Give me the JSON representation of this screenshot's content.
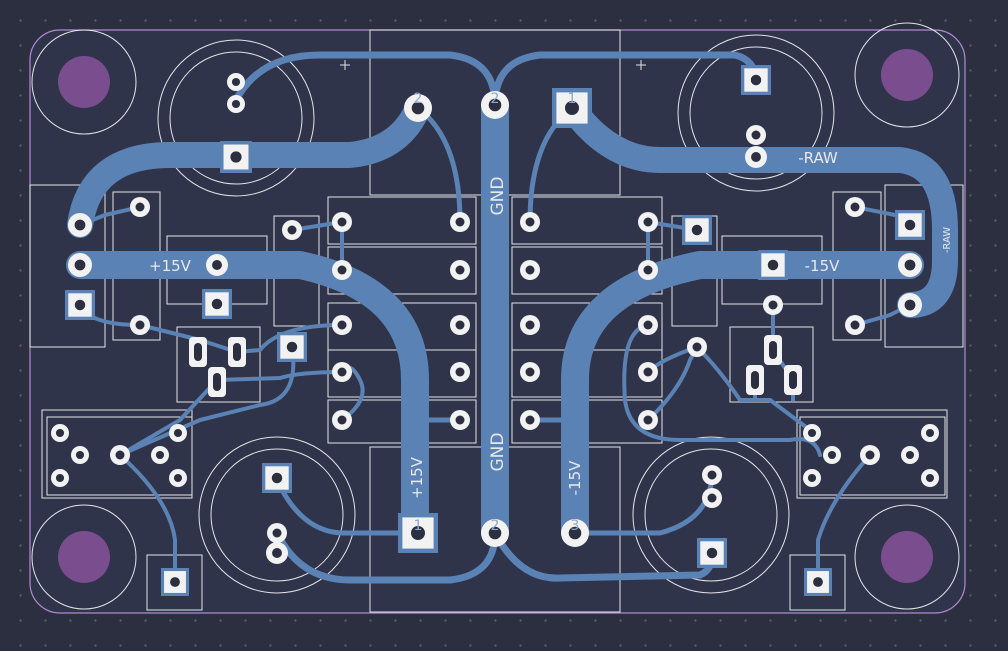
{
  "colors": {
    "background": "#2b2f40",
    "board_fill": "#30344a",
    "board_outline": "#b08ad0",
    "trace": "#5a82b4",
    "silkscreen": "#e3e3e8",
    "pad": "#f2f2f2",
    "mounting_hole": "#7a4d8e"
  },
  "net_labels": {
    "gnd_top": "GND",
    "gnd_bottom": "GND",
    "plus15_top": "+15V",
    "plus15_bottom": "+15V",
    "minus15_bottom": "-15V",
    "minus15_right": "-15V",
    "raw_right": "-RAW",
    "raw_vertical": "-RAW"
  },
  "pin_numbers": {
    "top_left_reg": "2",
    "top_mid_reg": "2",
    "top_right_reg": "1",
    "bottom_left_reg": "1",
    "bottom_mid_reg": "2",
    "bottom_right_reg": "3"
  }
}
